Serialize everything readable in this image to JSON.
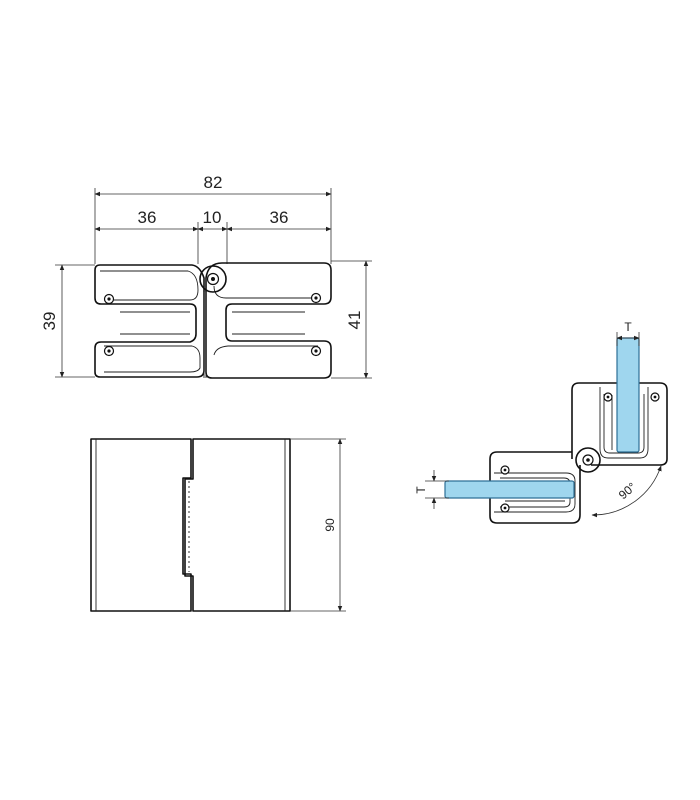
{
  "top_view": {
    "overall_width": "82",
    "left_width": "36",
    "gap_width": "10",
    "right_width": "36",
    "left_height": "39",
    "right_height": "41"
  },
  "front_view": {
    "height": "90"
  },
  "angle_view": {
    "thickness_label_top": "T",
    "thickness_label_side": "T",
    "angle": "90°",
    "glass_color": "#9fd6ee"
  }
}
